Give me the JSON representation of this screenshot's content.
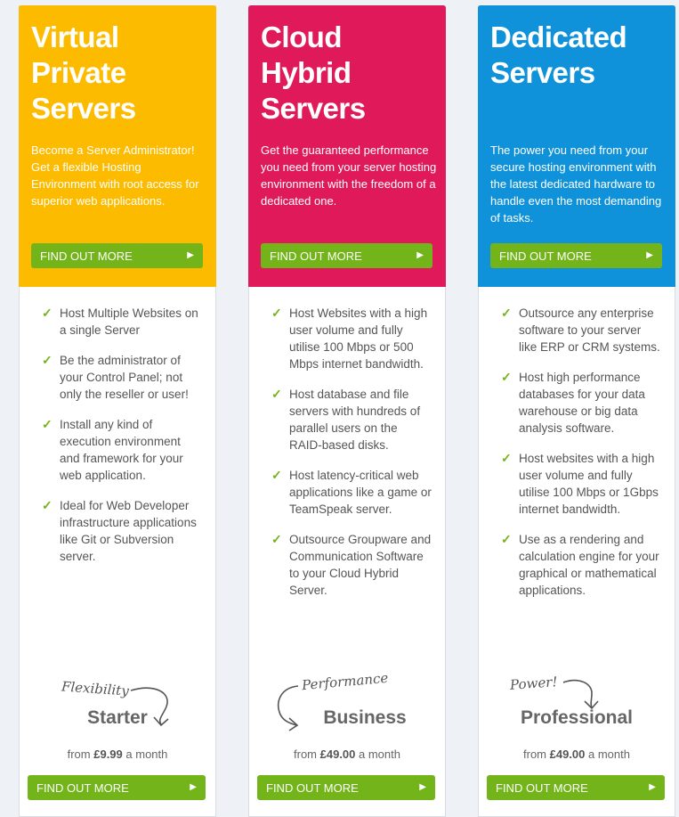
{
  "plans": [
    {
      "color": "#fdbb00",
      "title_lines": [
        "Virtual",
        "Private",
        "Servers"
      ],
      "description": "Become a Server Administrator! Get a flexible Hosting Environment with root access for superior web applications.",
      "cta_top": "FIND OUT MORE",
      "features": [
        "Host Multiple Websites on a single Server",
        "Be the administrator of your Control Panel; not only the reseller or user!",
        "Install any kind of execution environment and framework for your web application.",
        "Ideal for Web Developer infrastructure applications like Git or Subversion server."
      ],
      "tagline": "Flexibility",
      "tier": "Starter",
      "price_prefix": "from",
      "price": "£9.99",
      "price_suffix": "a month",
      "cta_bottom": "FIND OUT MORE"
    },
    {
      "color": "#e0195a",
      "title_lines": [
        "Cloud",
        "Hybrid",
        "Servers"
      ],
      "description": "Get the guaranteed performance you need from your server hosting environment with the freedom of a dedicated one.",
      "cta_top": "FIND OUT MORE",
      "features": [
        "Host Websites with a high user volume and fully utilise 100 Mbps or 500 Mbps internet bandwidth.",
        "Host database and file servers with hundreds of parallel users on the RAID-based disks.",
        "Host latency-critical web applications like a game or TeamSpeak server.",
        "Outsource Groupware and Communication Software to your Cloud Hybrid Server."
      ],
      "tagline": "Performance",
      "tier": "Business",
      "price_prefix": "from",
      "price": "£49.00",
      "price_suffix": "a month",
      "cta_bottom": "FIND OUT MORE"
    },
    {
      "color": "#0f92d9",
      "title_lines": [
        "Dedicated",
        "Servers"
      ],
      "description": "The power you need from your secure hosting environment with the latest dedicated hardware to handle even the most demanding of tasks.",
      "cta_top": "FIND OUT MORE",
      "features": [
        "Outsource any enterprise software to your server like ERP or CRM systems.",
        "Host high performance databases for your data warehouse or big data analysis software.",
        "Host websites with a high user volume and fully utilise 100 Mbps or 1Gbps internet bandwidth.",
        "Use as a rendering and calculation engine for your graphical or mathematical applications."
      ],
      "tagline": "Power!",
      "tier": "Professional",
      "price_prefix": "from",
      "price": "£49.00",
      "price_suffix": "a month",
      "cta_bottom": "FIND OUT MORE"
    }
  ],
  "icons": {
    "check": "check-icon",
    "arrow": "arrow-right-icon",
    "curve": "hand-drawn-arrow-icon"
  },
  "colors": {
    "button": "#73b41a",
    "check": "#73b41a"
  }
}
